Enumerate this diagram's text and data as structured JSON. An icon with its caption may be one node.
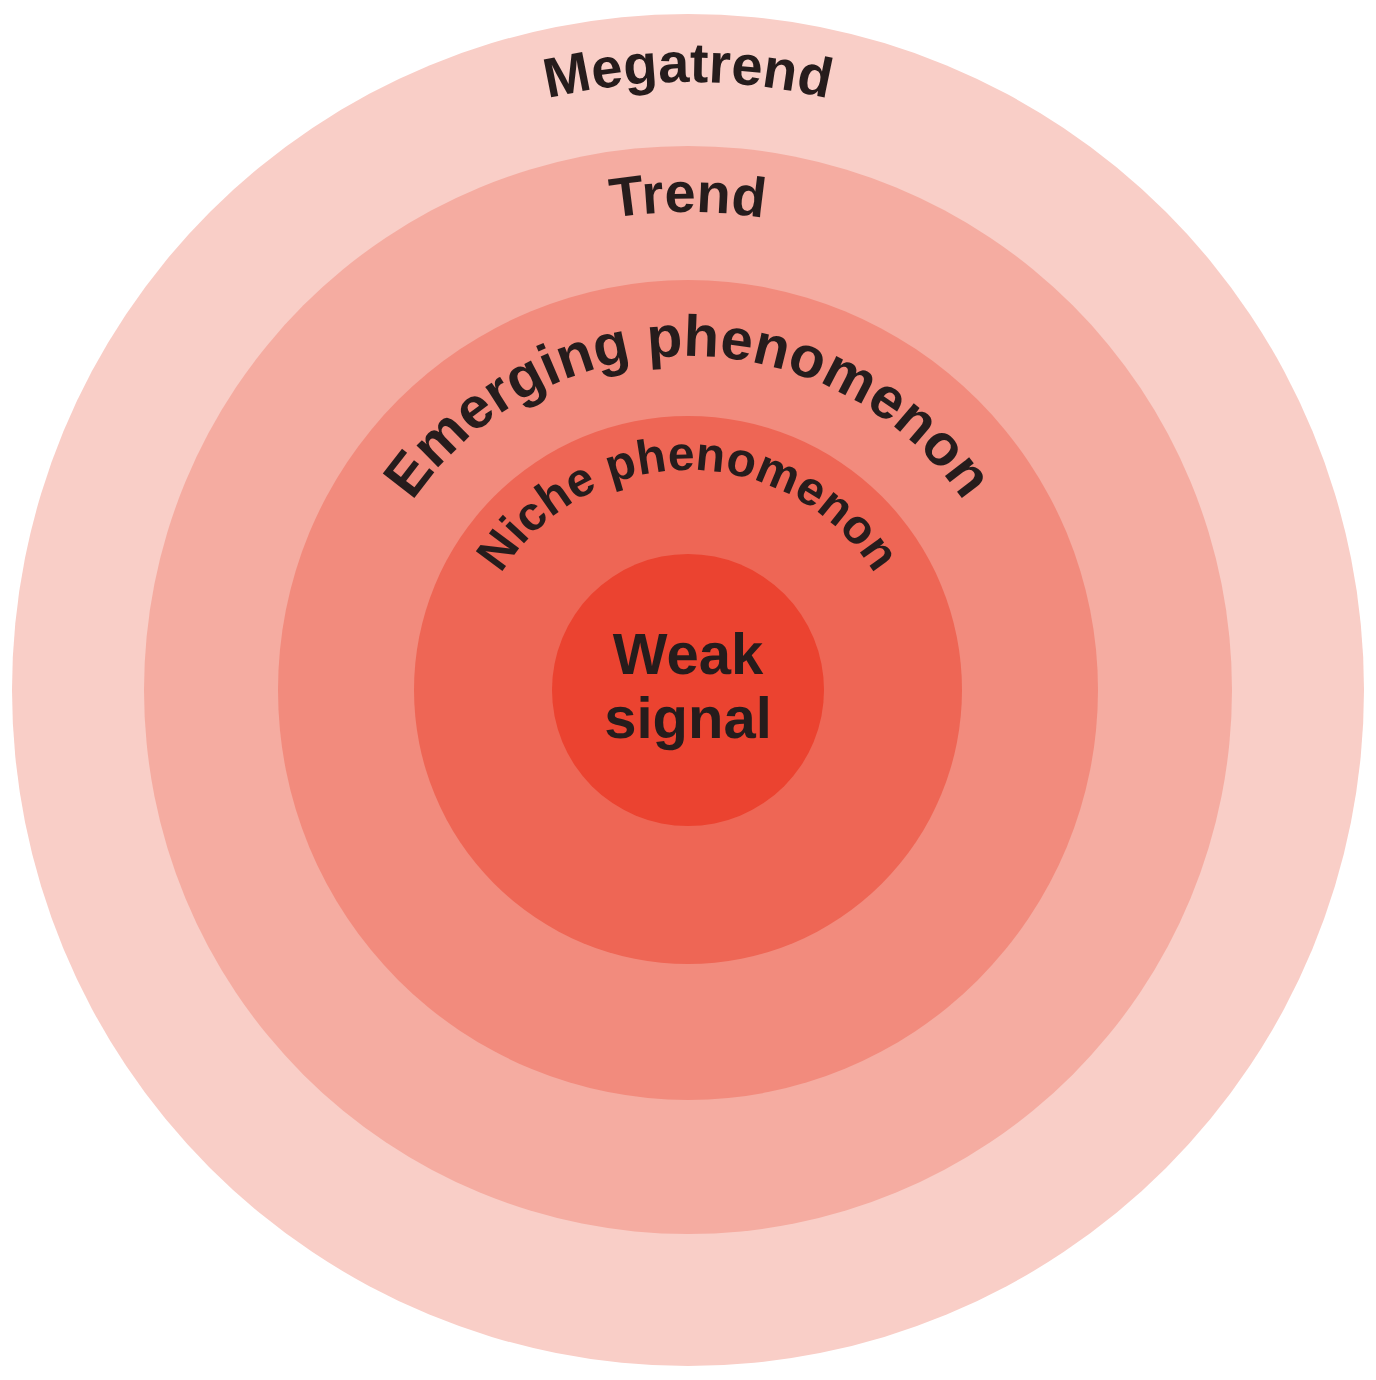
{
  "diagram": {
    "nodes": [
      {
        "text": [
          "Megatrend"
        ]
      },
      {
        "text": [
          "Trend"
        ],
        "in": 0
      },
      {
        "text": [
          "Emerging phenomenon"
        ],
        "in": 1
      },
      {
        "text": [
          "Niche phenomenon"
        ],
        "in": 2
      },
      {
        "text": [
          "Weak signal"
        ],
        "in": 3
      }
    ]
  }
}
